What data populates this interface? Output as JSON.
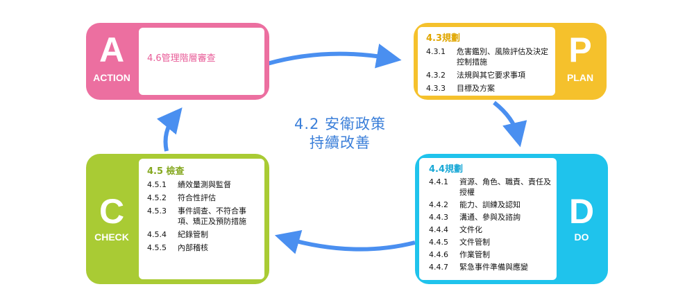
{
  "center": {
    "line1": "4.2 安衛政策",
    "line2": "持續改善"
  },
  "colors": {
    "action": "#ec6fa0",
    "plan": "#f5c12c",
    "do": "#1fc3ec",
    "check": "#a9cb34",
    "arrow": "#4a8ff0"
  },
  "action": {
    "letter": "A",
    "word": "ACTION",
    "title": "4.6管理階層審查",
    "items": []
  },
  "plan": {
    "letter": "P",
    "word": "PLAN",
    "title": "4.3規劃",
    "items": [
      {
        "num": "4.3.1",
        "text": "危害鑑別、風險評估及決定控制措施"
      },
      {
        "num": "4.3.2",
        "text": "法規與其它要求事項"
      },
      {
        "num": "4.3.3",
        "text": "目標及方案"
      }
    ]
  },
  "do": {
    "letter": "D",
    "word": "DO",
    "title": "4.4規劃",
    "items": [
      {
        "num": "4.4.1",
        "text": "資源、角色、職責、責任及授權"
      },
      {
        "num": "4.4.2",
        "text": "能力、訓練及認知"
      },
      {
        "num": "4.4.3",
        "text": "溝通、參與及諮詢"
      },
      {
        "num": "4.4.4",
        "text": "文件化"
      },
      {
        "num": "4.4.5",
        "text": "文件管制"
      },
      {
        "num": "4.4.6",
        "text": "作業管制"
      },
      {
        "num": "4.4.7",
        "text": "緊急事件準備與應變"
      }
    ]
  },
  "check": {
    "letter": "C",
    "word": "CHECK",
    "title": "4.5 檢查",
    "items": [
      {
        "num": "4.5.1",
        "text": "績效量測與監督"
      },
      {
        "num": "4.5.2",
        "text": "符合性評估"
      },
      {
        "num": "4.5.3",
        "text": "事件調查、不符合事項、矯正及預防措施"
      },
      {
        "num": "4.5.4",
        "text": "紀錄管制"
      },
      {
        "num": "4.5.5",
        "text": "內部稽核"
      }
    ]
  }
}
